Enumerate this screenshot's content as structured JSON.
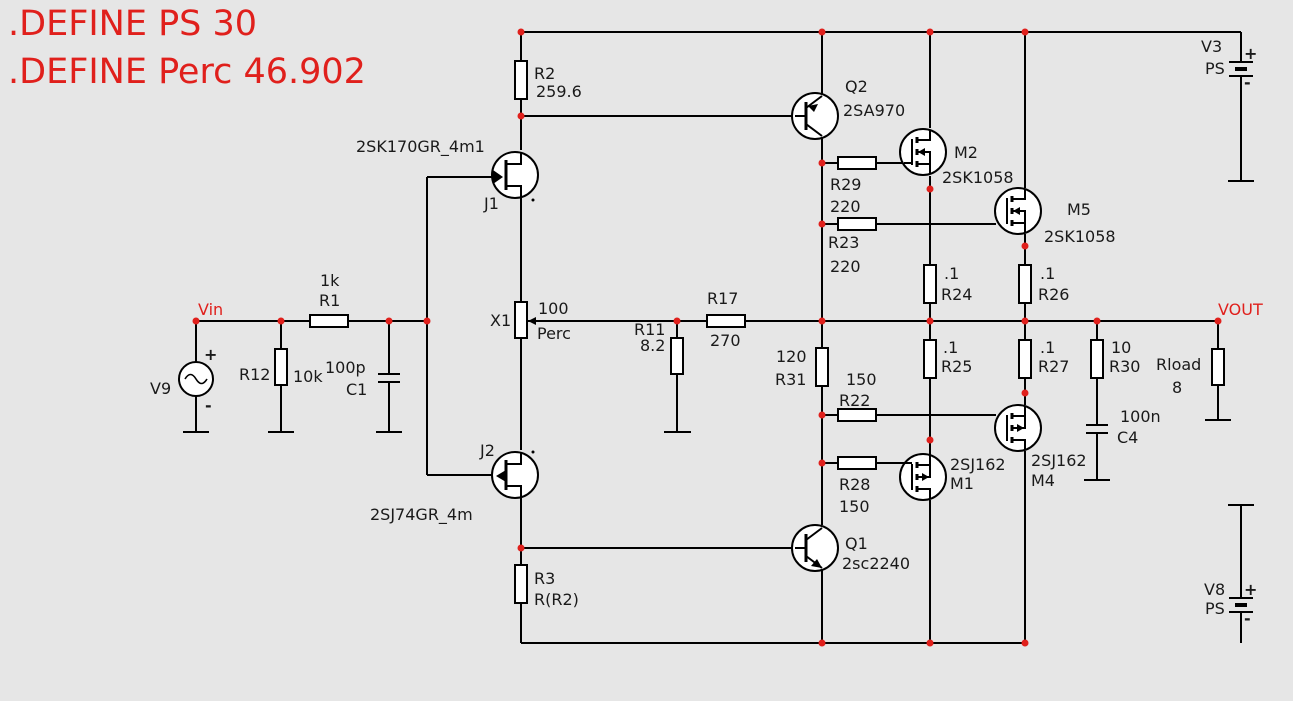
{
  "directives": [
    ".DEFINE PS 30",
    ".DEFINE Perc 46.902"
  ],
  "components": {
    "R2": {
      "ref": "R2",
      "value": "259.6"
    },
    "Q2": {
      "ref": "Q2",
      "value": "2SA970"
    },
    "J1": {
      "ref": "J1",
      "value": "2SK170GR_4m1"
    },
    "M2": {
      "ref": "M2",
      "value": "2SK1058"
    },
    "M5": {
      "ref": "M5",
      "value": "2SK1058"
    },
    "R29": {
      "ref": "R29",
      "value": "220"
    },
    "R23": {
      "ref": "R23",
      "value": "220"
    },
    "R24": {
      "ref": "R24",
      "value": ".1"
    },
    "R26": {
      "ref": "R26",
      "value": ".1"
    },
    "R1": {
      "ref": "R1",
      "value": "1k"
    },
    "X1": {
      "ref": "X1",
      "value": "100",
      "param": "Perc"
    },
    "R17": {
      "ref": "R17",
      "value": "270"
    },
    "R11": {
      "ref": "R11",
      "value": "8.2"
    },
    "R12": {
      "ref": "R12",
      "value": "10k"
    },
    "C1": {
      "ref": "C1",
      "value": "100p"
    },
    "V9": {
      "ref": "V9"
    },
    "R31": {
      "ref": "R31",
      "value": "120"
    },
    "R25": {
      "ref": "R25",
      "value": ".1"
    },
    "R27": {
      "ref": "R27",
      "value": ".1"
    },
    "R30": {
      "ref": "R30",
      "value": "10"
    },
    "Rload": {
      "ref": "Rload",
      "value": "8"
    },
    "R22": {
      "ref": "R22",
      "value": "150"
    },
    "C4": {
      "ref": "C4",
      "value": "100n"
    },
    "J2": {
      "ref": "J2",
      "value": "2SJ74GR_4m"
    },
    "R28": {
      "ref": "R28",
      "value": "150"
    },
    "M1": {
      "ref": "M1",
      "value": "2SJ162"
    },
    "M4": {
      "ref": "M4",
      "value": "2SJ162"
    },
    "Q1": {
      "ref": "Q1",
      "value": "2sc2240"
    },
    "R3": {
      "ref": "R3",
      "value": "R(R2)"
    },
    "V3": {
      "ref": "V3",
      "value": "PS"
    },
    "V8": {
      "ref": "V8",
      "value": "PS"
    }
  },
  "nets": {
    "vin": "Vin",
    "vout": "VOUT"
  },
  "colors": {
    "background": "#e6e6e6",
    "wire": "#000000",
    "node": "#e0201c",
    "directive": "#e0201c"
  }
}
